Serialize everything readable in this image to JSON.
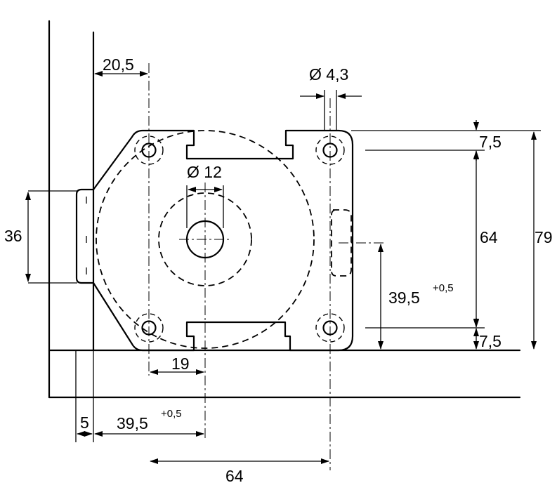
{
  "dimensions": {
    "left_offset": "20,5",
    "hole_small_dia": "Ø 4,3",
    "hole_center_dia": "Ø 12",
    "flange_height": "36",
    "vertical_pitch": "64",
    "overall_height": "79",
    "top_margin": "7,5",
    "bottom_margin": "7,5",
    "center_height": "39,5",
    "center_height_tol": "+0,5",
    "center_offset": "19",
    "edge_gap": "5",
    "center_distance": "39,5",
    "center_distance_tol": "+0,5",
    "horizontal_pitch": "64"
  }
}
